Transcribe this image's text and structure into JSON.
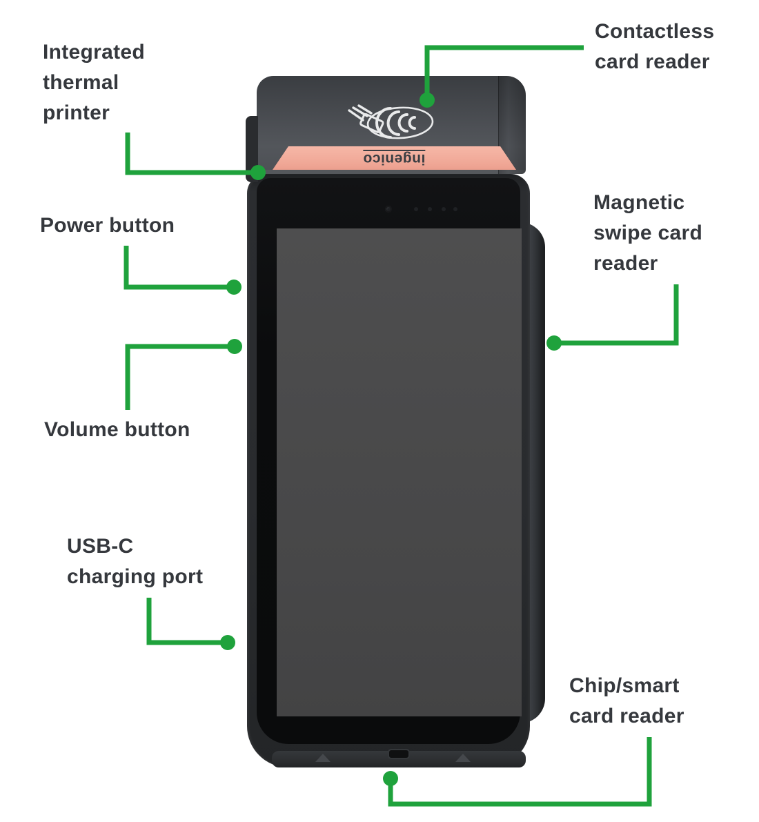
{
  "colors": {
    "accent_green": "#1FA23C",
    "label_text": "#35383D",
    "copper": "#F0A897"
  },
  "device": {
    "brand": "ingenico",
    "type_description": "payment terminal front view"
  },
  "callouts": {
    "thermal_printer": {
      "lines": [
        "Integrated",
        "thermal",
        "printer"
      ]
    },
    "contactless": {
      "lines": [
        "Contactless",
        "card reader"
      ]
    },
    "power": {
      "lines": [
        "Power button"
      ]
    },
    "magstripe": {
      "lines": [
        "Magnetic",
        "swipe card",
        "reader"
      ]
    },
    "volume": {
      "lines": [
        "Volume button"
      ]
    },
    "usbc": {
      "lines": [
        "USB-C",
        "charging port"
      ]
    },
    "chip": {
      "lines": [
        "Chip/smart",
        "card reader"
      ]
    }
  }
}
